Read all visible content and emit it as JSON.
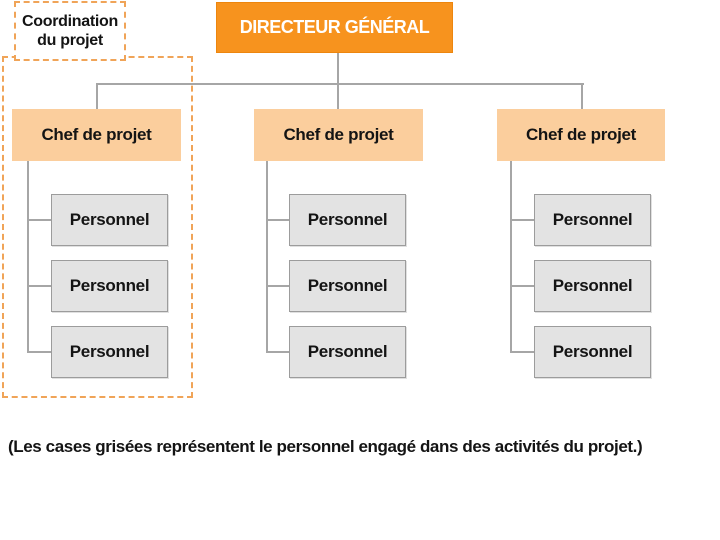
{
  "colors": {
    "accent_orange": "#F7931E",
    "manager_fill": "#FBCE9D",
    "staff_fill": "#E3E3E3",
    "staff_border": "#9C9C9C",
    "connector": "#A6A6A6",
    "dashed_border": "#F0A458"
  },
  "coordination": {
    "label": "Coordination du projet"
  },
  "root": {
    "label": "DIRECTEUR GÉNÉRAL"
  },
  "columns": [
    {
      "manager": "Chef de projet",
      "staff": [
        "Personnel",
        "Personnel",
        "Personnel"
      ]
    },
    {
      "manager": "Chef de projet",
      "staff": [
        "Personnel",
        "Personnel",
        "Personnel"
      ]
    },
    {
      "manager": "Chef de projet",
      "staff": [
        "Personnel",
        "Personnel",
        "Personnel"
      ]
    }
  ],
  "caption": "(Les cases grisées représentent le personnel engagé dans des activités du projet.)"
}
